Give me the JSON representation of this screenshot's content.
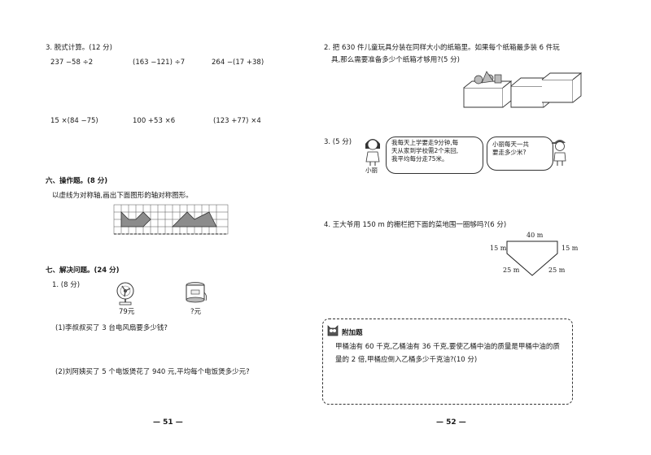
{
  "left": {
    "q3": {
      "heading": "3. 脱式计算。(12 分)",
      "exprs": [
        "237 −58 ÷2",
        "(163 −121) ÷7",
        "264 −(17 +38)",
        "15 ×(84 −75)",
        "100 +53 ×6",
        "(123 +77) ×4"
      ]
    },
    "section6": {
      "heading": "六、操作题。(8 分)",
      "instruction": "以虚线为对称轴,画出下面图形的轴对称图形。"
    },
    "section7": {
      "heading": "七、解决问题。(24 分)",
      "q1_heading": "1. (8 分)",
      "fan_price": "79元",
      "cooker_price": "?元",
      "sub1": "(1)李叔叔买了 3 台电风扇要多少钱?",
      "sub2": "(2)刘阿姨买了 5 个电饭煲花了 940 元,平均每个电饭煲多少元?"
    },
    "page_number": "— 51 —"
  },
  "right": {
    "q2": {
      "line1": "2. 把 630 件儿童玩具分装在同样大小的纸箱里。如果每个纸箱最多装 6 件玩",
      "line2": "具,那么需要准备多少个纸箱才够用?(5 分)"
    },
    "q3": {
      "heading": "3. (5 分)",
      "girl_label": "小丽",
      "bubble_left": [
        "我每天上学要走9分钟,每",
        "天从家到学校需2个来回,",
        "我平均每分走75米。"
      ],
      "bubble_right": [
        "小丽每天一共",
        "要走多少米?"
      ]
    },
    "q4": {
      "heading": "4. 王大爷用 150 m 的栅栏把下面的菜地围一圈够吗?(6 分)",
      "top": "40 m",
      "left_side": "15 m",
      "right_side": "15 m",
      "bottom_left": "25 m",
      "bottom_right": "25 m"
    },
    "bonus": {
      "title": "附加题",
      "line1": "甲桶油有 60 千克,乙桶油有 36 千克,要使乙桶中油的质量是甲桶中油的质",
      "line2": "量的 2 倍,甲桶应倒入乙桶多少千克油?(10 分)"
    },
    "page_number": "— 52 —"
  }
}
